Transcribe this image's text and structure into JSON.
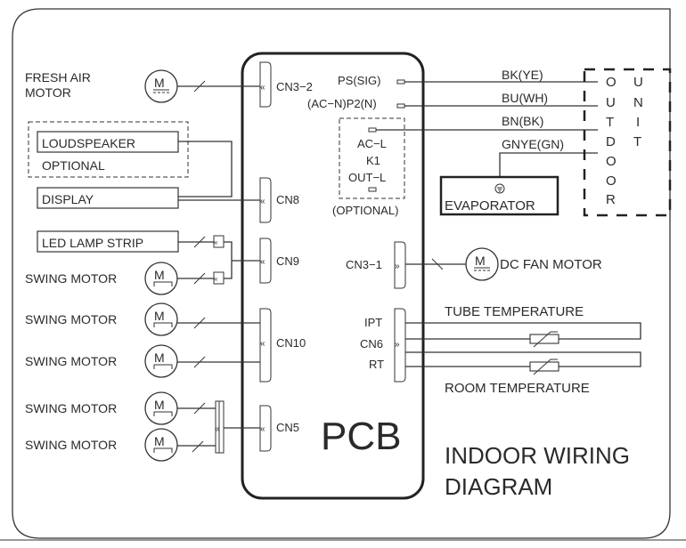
{
  "title": [
    "INDOOR WIRING",
    "DIAGRAM"
  ],
  "pcb_label": "PCB",
  "left_components": {
    "fresh_air_motor": [
      "FRESH AIR",
      "MOTOR"
    ],
    "loudspeaker": "LOUDSPEAKER",
    "optional": "OPTIONAL",
    "display": "DISPLAY",
    "led_lamp_strip": "LED LAMP STRIP",
    "swing_motor": "SWING MOTOR"
  },
  "motor_symbol": "M",
  "connectors": {
    "cn3_2": "CN3−2",
    "cn8": "CN8",
    "cn9": "CN9",
    "cn10": "CN10",
    "cn5": "CN5",
    "cn3_1": "CN3−1",
    "cn6": "CN6",
    "ipt": "IPT",
    "rt": "RT"
  },
  "terminals": {
    "ps_sig": "PS(SIG)",
    "p2_n": "(AC−N)P2(N)",
    "ac_l": "AC−L",
    "k1": "K1",
    "out_l": "OUT−L",
    "optional": "(OPTIONAL)"
  },
  "wires": [
    "BK(YE)",
    "BU(WH)",
    "BN(BK)",
    "GNYE(GN)"
  ],
  "evaporator": "EVAPORATOR",
  "outdoor_unit": {
    "outdoor_letters": [
      "O",
      "U",
      "T",
      "D",
      "O",
      "O",
      "R"
    ],
    "unit_letters": [
      "U",
      "N",
      "I",
      "T"
    ]
  },
  "dc_fan_motor": "DC FAN MOTOR",
  "sensors": {
    "tube": "TUBE TEMPERATURE",
    "room": "ROOM TEMPERATURE"
  }
}
